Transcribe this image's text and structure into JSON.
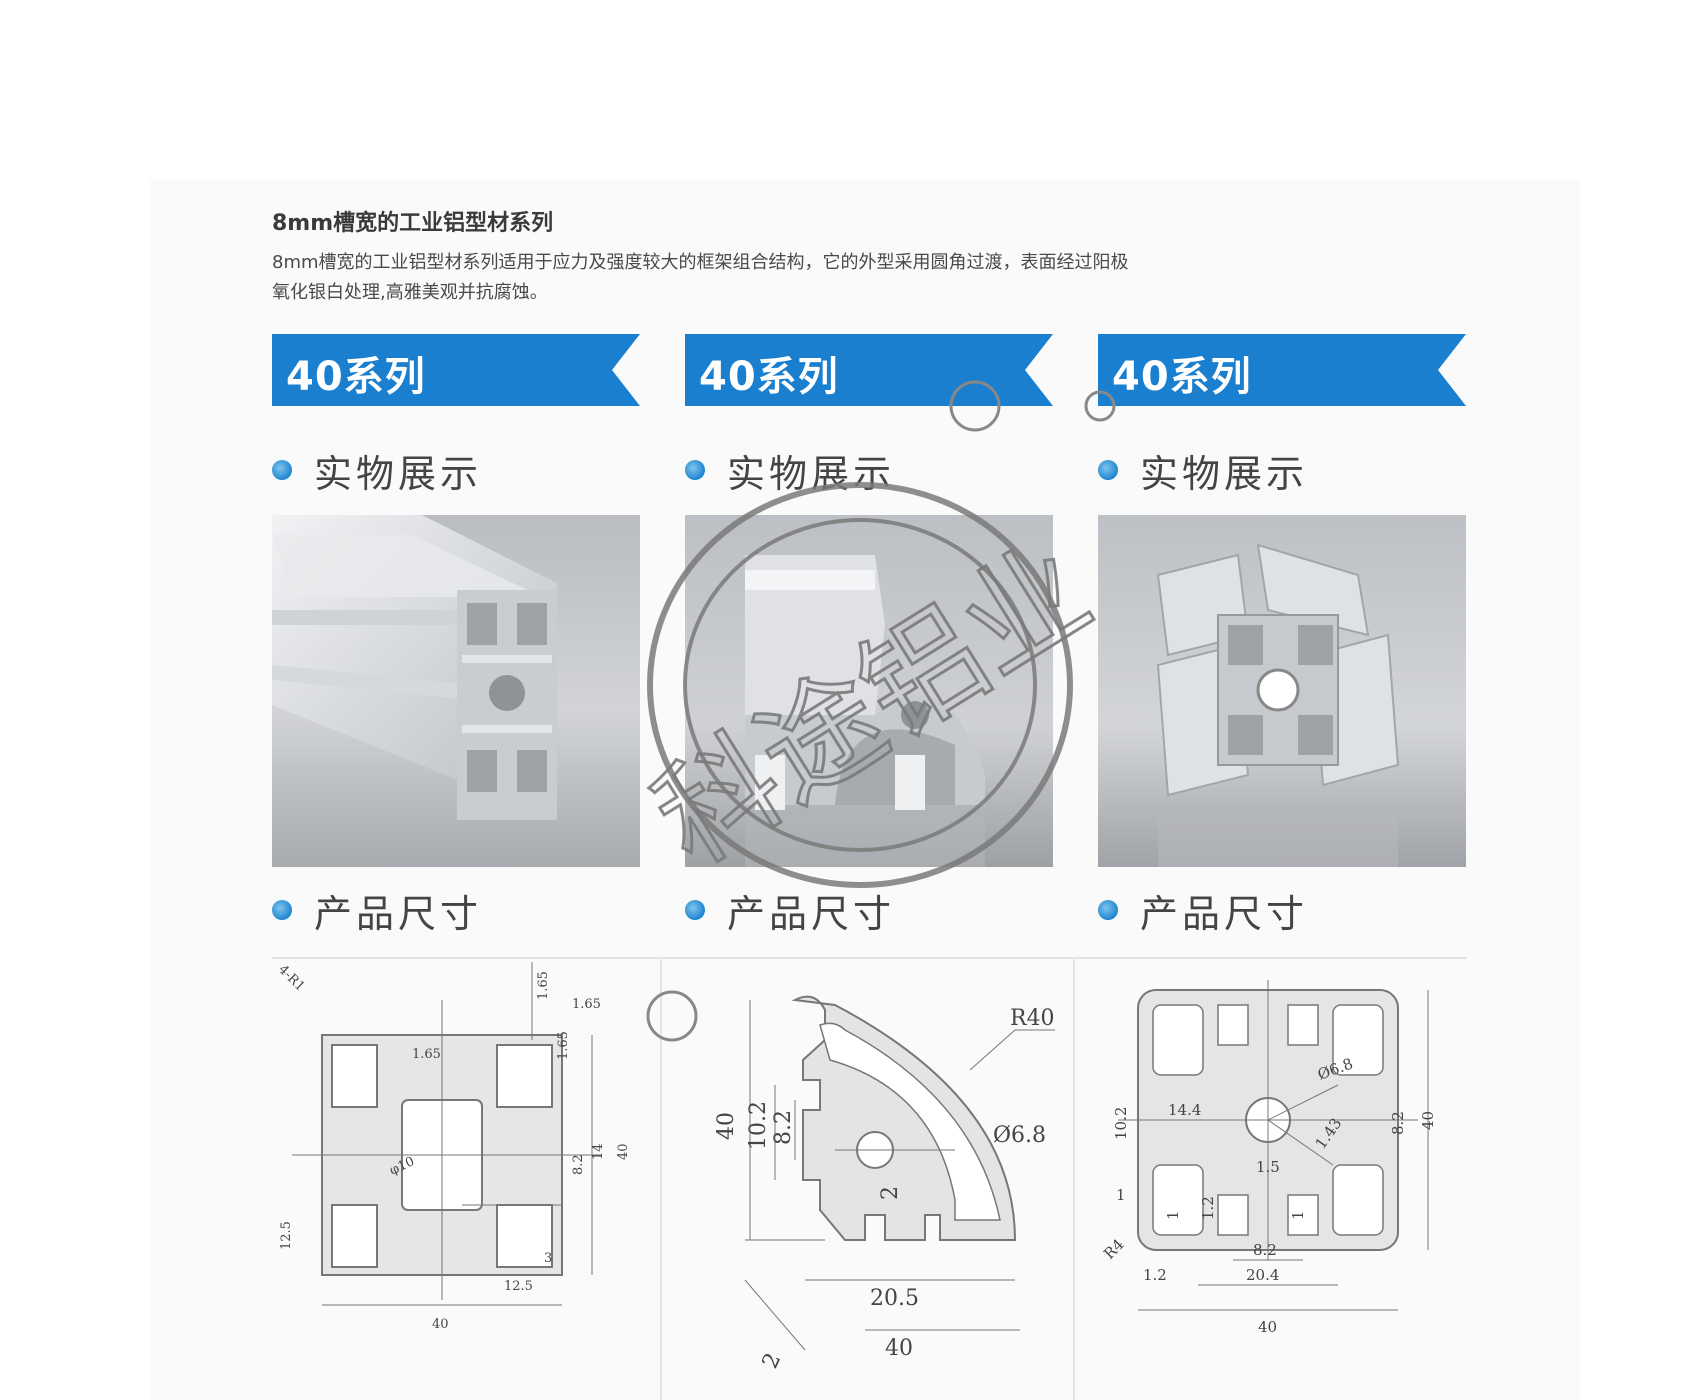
{
  "header": {
    "title": "8mm槽宽的工业铝型材系列",
    "description_line1": "8mm槽宽的工业铝型材系列适用于应力及强度较大的框架组合结构，它的外型采用圆角过渡，表面经过阳极",
    "description_line2": "氧化银白处理,高雅美观并抗腐蚀。"
  },
  "theme": {
    "banner_color": "#1a7fcf",
    "dot_color": "#1d86cf",
    "stamp_color": "#7a7a7a"
  },
  "columns": [
    {
      "series_label": "40系列",
      "photo_section_label": "实物展示",
      "size_section_label": "产品尺寸",
      "photo_icon": "aluminum-profile-4040-photo",
      "drawing": {
        "overall_width": "40",
        "overall_height": "40",
        "slot": "8.2",
        "dims": [
          "1.65",
          "1.65",
          "1.65",
          "1.65",
          "14",
          "12.5",
          "12.5",
          "3"
        ],
        "center_hole": "φ10",
        "corner": "4-R1"
      }
    },
    {
      "series_label": "40系列",
      "photo_section_label": "实物展示",
      "size_section_label": "产品尺寸",
      "photo_icon": "aluminum-profile-quarter-round-photo",
      "drawing": {
        "radius": "R40",
        "hole": "Ø6.8",
        "height": "40",
        "width": "40",
        "dims": [
          "10.2",
          "8.2",
          "2",
          "20.5",
          "2"
        ]
      }
    },
    {
      "series_label": "40系列",
      "photo_section_label": "实物展示",
      "size_section_label": "产品尺寸",
      "photo_icon": "aluminum-profile-4040-heavy-photo",
      "drawing": {
        "hole": "Ø6.8",
        "height": "40",
        "width": "40",
        "corner": "R4",
        "dims": [
          "10.2",
          "14.4",
          "8.2",
          "1.43",
          "1.5",
          "1",
          "1",
          "1.2",
          "1",
          "1.2",
          "8.2",
          "20.4"
        ]
      }
    }
  ],
  "watermark": {
    "text": "科途铝业"
  }
}
